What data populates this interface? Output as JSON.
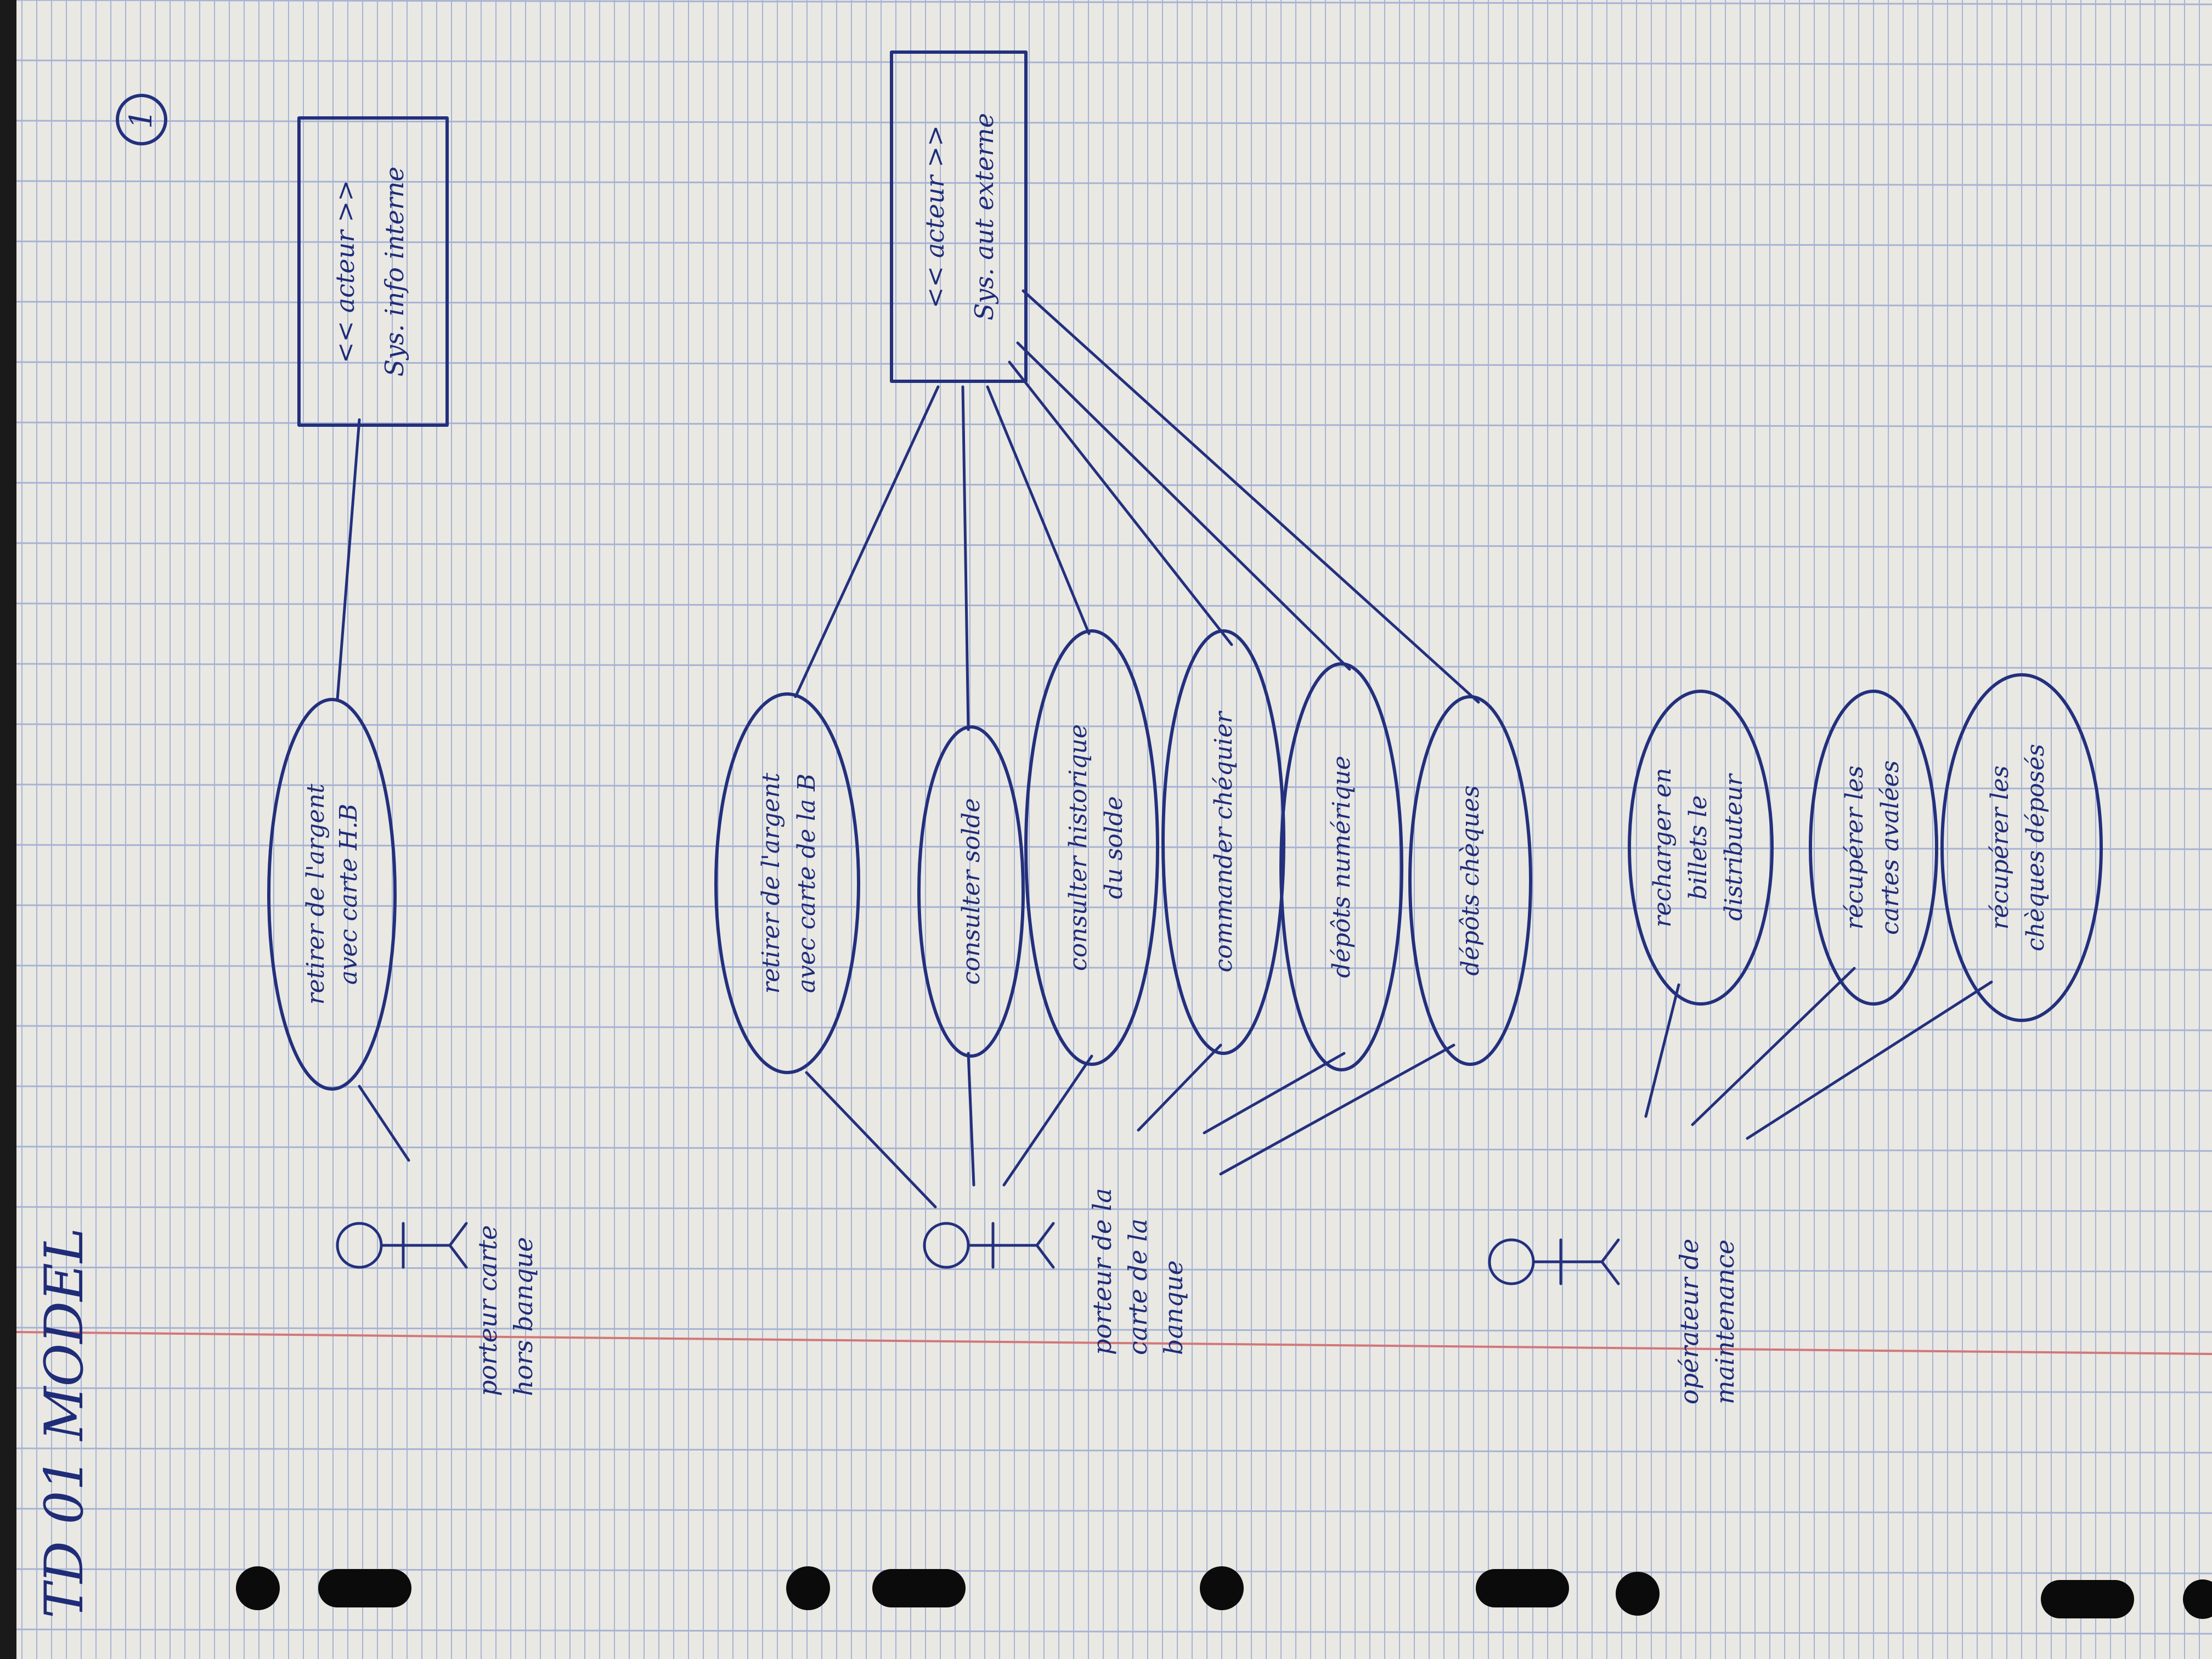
{
  "page": {
    "header": "TD 01   MODEL",
    "page_number": "1"
  },
  "colors": {
    "paper": "#e9e8e3",
    "grid_line": "#a7b3d3",
    "margin_line": "#d2777a",
    "ink": "#23307d",
    "hole": "#0b0b0b"
  },
  "actors": {
    "porteur_hors_banque": [
      "porteur carte",
      "hors banque"
    ],
    "porteur_banque": [
      "porteur de la",
      "carte de la",
      "banque"
    ],
    "operateur": [
      "opérateur de",
      "maintenance"
    ],
    "sys_info_interne": [
      "<< acteur >>",
      "Sys. info interne"
    ],
    "sys_aut_externe": [
      "<< acteur >>",
      "Sys. aut externe"
    ]
  },
  "use_cases": {
    "retirer_hb": [
      "retirer de l'argent",
      "avec carte H.B"
    ],
    "retirer_b": [
      "retirer de l'argent",
      "avec carte de la B"
    ],
    "consulter_solde": [
      "consulter solde"
    ],
    "historique": [
      "consulter historique",
      "du solde"
    ],
    "commander": [
      "commander chéquier"
    ],
    "depots_num": [
      "dépôts numérique"
    ],
    "depots_cheques": [
      "dépôts chèques"
    ],
    "recharger": [
      "recharger en",
      "billets le",
      "distributeur"
    ],
    "recuperer_cartes": [
      "récupérer les",
      "cartes avalées"
    ],
    "recuperer_cheques": [
      "récupérer les",
      "chèques déposés"
    ]
  }
}
